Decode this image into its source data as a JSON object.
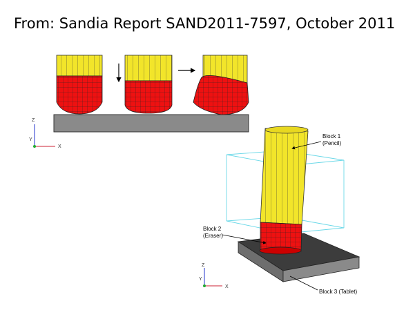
{
  "title": "From: Sandia Report SAND2011-7597, October 2011",
  "labels": {
    "block1_name": "Block 1",
    "block1_sub": "(Pencil)",
    "block2_name": "Block 2",
    "block2_sub": "(Eraser)",
    "block3": "Block 3 (Tablet)"
  },
  "axes": {
    "z": "Z",
    "y": "Y",
    "x": "X"
  },
  "colors": {
    "pencil_yellow": "#f2e52a",
    "eraser_red": "#ee1111",
    "tablet_gray": "#808080",
    "bounding_box_cyan": "#6ad8e8",
    "axis_z": "#2233cc",
    "axis_x": "#cc2233",
    "axis_y": "#22aa33"
  }
}
